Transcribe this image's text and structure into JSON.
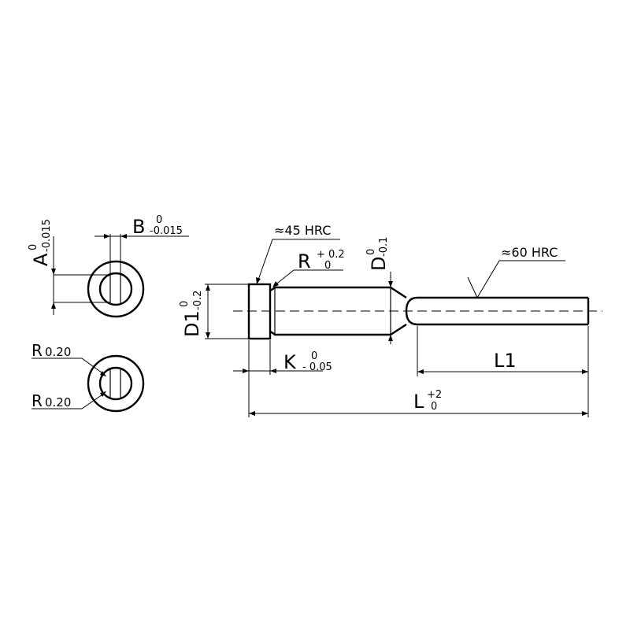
{
  "labels": {
    "a": {
      "main": "A",
      "upper": "0",
      "lower": "-0.015"
    },
    "b": {
      "main": "B",
      "upper": "0",
      "lower": "-0.015"
    },
    "r_top": {
      "main": "R",
      "value": "0.20"
    },
    "r_bottom": {
      "main": "R",
      "value": "0.20"
    },
    "hrc_head": "≈45 HRC",
    "r_fillet": {
      "main": "R",
      "upper": "+ 0.2",
      "lower": "0"
    },
    "d": {
      "main": "D",
      "upper": "0",
      "lower": "-0.1"
    },
    "hrc_tip": "≈60 HRC",
    "d1": {
      "main": "D1",
      "upper": "0",
      "lower": "-0.2"
    },
    "k": {
      "main": "K",
      "upper": "0",
      "lower": "- 0.05"
    },
    "l1": {
      "main": "L1"
    },
    "l": {
      "main": "L",
      "upper": "+2",
      "lower": "0"
    }
  }
}
